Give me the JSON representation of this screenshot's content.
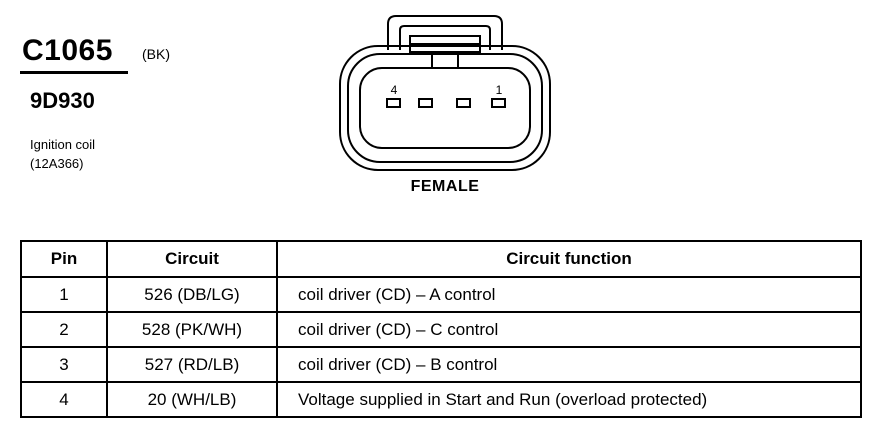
{
  "connector": {
    "id": "C1065",
    "color_code": "(BK)",
    "part_number": "9D930",
    "description_line1": "Ignition coil",
    "description_line2": "(12A366)"
  },
  "diagram": {
    "pin_label_left": "4",
    "pin_label_right": "1",
    "view": "FEMALE"
  },
  "table": {
    "headers": {
      "pin": "Pin",
      "circuit": "Circuit",
      "function": "Circuit function"
    },
    "rows": [
      {
        "pin": "1",
        "circuit": "526 (DB/LG)",
        "function": "coil driver (CD) – A control"
      },
      {
        "pin": "2",
        "circuit": "528 (PK/WH)",
        "function": "coil driver (CD) – C control"
      },
      {
        "pin": "3",
        "circuit": "527 (RD/LB)",
        "function": "coil driver (CD) – B control"
      },
      {
        "pin": "4",
        "circuit": "20 (WH/LB)",
        "function": "Voltage supplied in Start and Run (overload protected)"
      }
    ]
  }
}
